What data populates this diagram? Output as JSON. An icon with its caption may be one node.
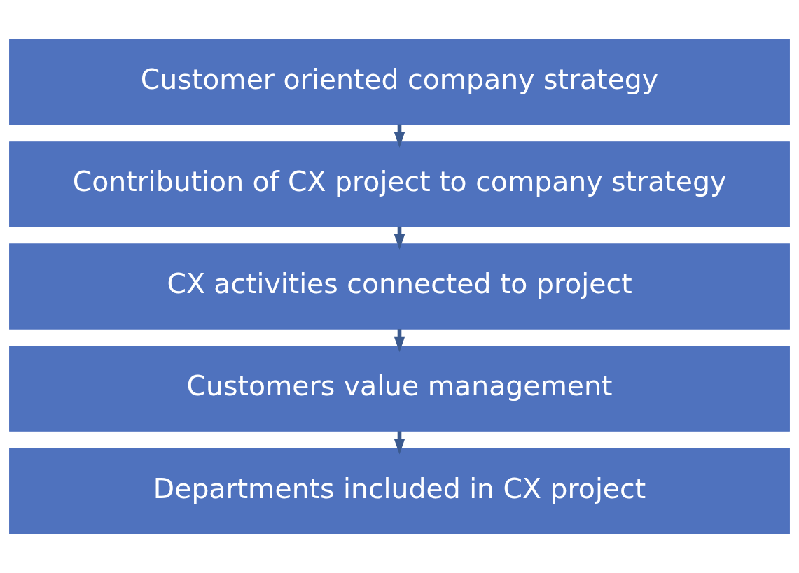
{
  "diagram": {
    "nodes": [
      {
        "text": [
          "Customer oriented company strategy"
        ]
      },
      {
        "text": [
          "Contribution of CX project to company strategy"
        ]
      },
      {
        "text": [
          "CX activities connected to project"
        ]
      },
      {
        "text": [
          "Customers value management"
        ]
      },
      {
        "text": [
          "Departments included in CX project"
        ]
      }
    ],
    "edges": [
      {
        "from": 0,
        "to": 1,
        "arrow": "to"
      },
      {
        "from": 1,
        "to": 2,
        "arrow": "to"
      },
      {
        "from": 2,
        "to": 3,
        "arrow": "to"
      },
      {
        "from": 3,
        "to": 4,
        "arrow": "to"
      }
    ]
  }
}
